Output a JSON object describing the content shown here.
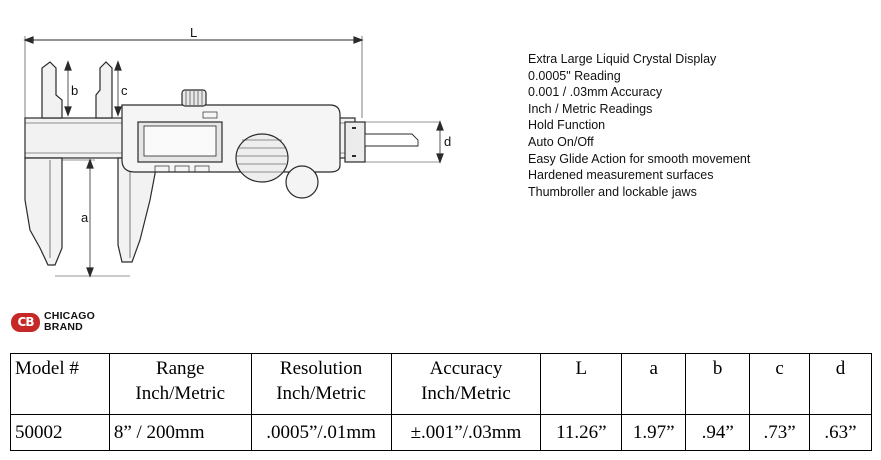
{
  "diagram": {
    "dimension_labels": {
      "L": "L",
      "a": "a",
      "b": "b",
      "c": "c",
      "d": "d"
    }
  },
  "features": [
    "Extra Large Liquid Crystal Display",
    "0.0005\" Reading",
    "0.001 / .03mm Accuracy",
    "Inch / Metric Readings",
    "Hold Function",
    "Auto On/Off",
    "Easy Glide Action for smooth movement",
    "Hardened measurement surfaces",
    "Thumbroller and lockable jaws"
  ],
  "logo": {
    "badge": "CB",
    "line1": "CHICAGO",
    "line2": "BRAND",
    "color": "#c62828"
  },
  "table": {
    "headers": [
      {
        "line1": "Model #",
        "line2": ""
      },
      {
        "line1": "Range",
        "line2": "Inch/Metric"
      },
      {
        "line1": "Resolution",
        "line2": "Inch/Metric"
      },
      {
        "line1": "Accuracy",
        "line2": "Inch/Metric"
      },
      {
        "line1": "L",
        "line2": ""
      },
      {
        "line1": "a",
        "line2": ""
      },
      {
        "line1": "b",
        "line2": ""
      },
      {
        "line1": "c",
        "line2": ""
      },
      {
        "line1": "d",
        "line2": ""
      }
    ],
    "row": [
      "50002",
      "8” / 200mm",
      ".0005”/.01mm",
      "±.001”/.03mm",
      "11.26”",
      "1.97”",
      ".94”",
      ".73”",
      ".63”"
    ]
  }
}
